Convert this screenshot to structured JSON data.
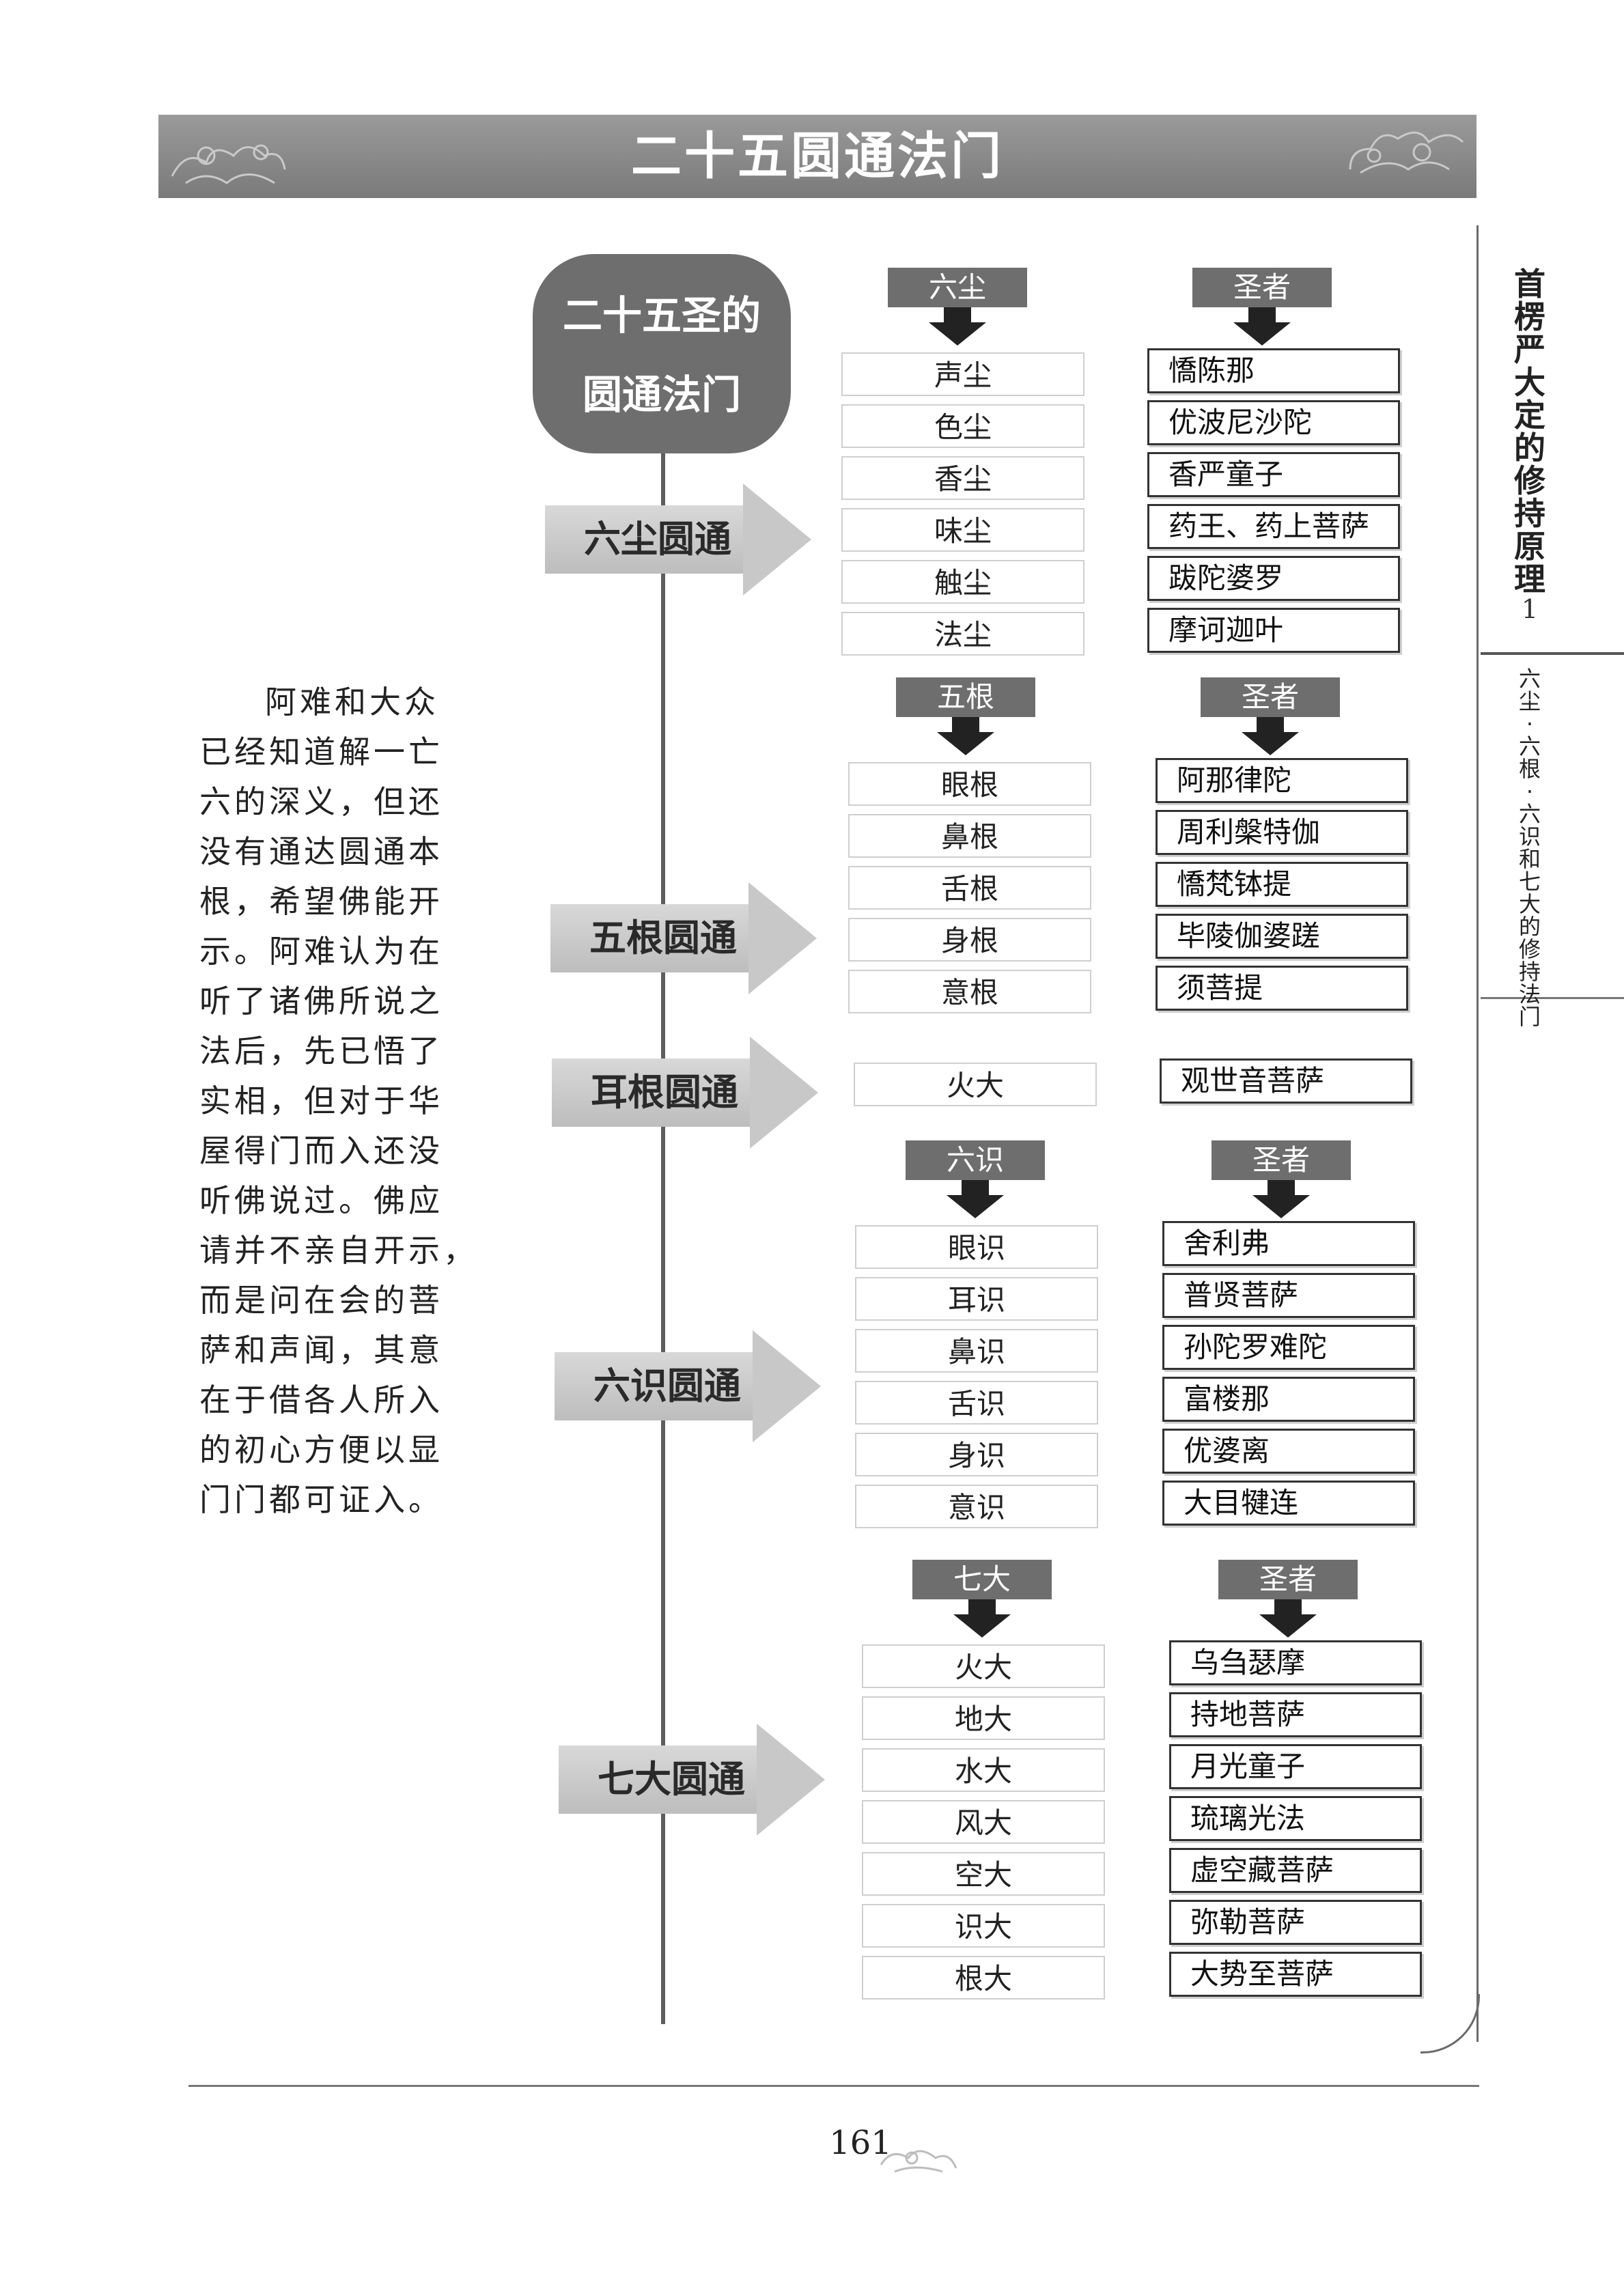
{
  "header": {
    "title": "二十五圆通法门"
  },
  "side_tab": {
    "book_title": [
      "首",
      "楞",
      "严",
      "大",
      "定",
      "的",
      "修",
      "持",
      "原",
      "理"
    ],
    "book_number": "1",
    "chapter_title": [
      "六",
      "尘",
      "·",
      "六",
      "根",
      "·",
      "六",
      "识",
      "和",
      "七",
      "大",
      "的",
      "修",
      "持",
      "法",
      "门"
    ]
  },
  "paragraph": [
    "阿难和大众",
    "已经知道解一亡",
    "六的深义，但还",
    "没有通达圆通本",
    "根，希望佛能开",
    "示。阿难认为在",
    "听了诸佛所说之",
    "法后，先已悟了",
    "实相，但对于华",
    "屋得门而入还没",
    "听佛说过。佛应",
    "请并不亲自开示，",
    "而是问在会的菩",
    "萨和声闻，其意",
    "在于借各人所入",
    "的初心方便以显",
    "门门都可证入。"
  ],
  "chart": {
    "title_line1": "二十五圣的",
    "title_line2": "圆通法门",
    "groups": [
      {
        "label": "六尘圆通",
        "category": "六尘",
        "sage_header": "圣者",
        "items": [
          "声尘",
          "色尘",
          "香尘",
          "味尘",
          "触尘",
          "法尘"
        ],
        "sages": [
          "憍陈那",
          "优波尼沙陀",
          "香严童子",
          "药王、药上菩萨",
          "跋陀婆罗",
          "摩诃迦叶"
        ]
      },
      {
        "label": "五根圆通",
        "category": "五根",
        "sage_header": "圣者",
        "items": [
          "眼根",
          "鼻根",
          "舌根",
          "身根",
          "意根"
        ],
        "sages": [
          "阿那律陀",
          "周利槃特伽",
          "憍梵钵提",
          "毕陵伽婆蹉",
          "须菩提"
        ]
      },
      {
        "label": "耳根圆通",
        "items": [
          "火大"
        ],
        "sages": [
          "观世音菩萨"
        ]
      },
      {
        "label": "六识圆通",
        "category": "六识",
        "sage_header": "圣者",
        "items": [
          "眼识",
          "耳识",
          "鼻识",
          "舌识",
          "身识",
          "意识"
        ],
        "sages": [
          "舍利弗",
          "普贤菩萨",
          "孙陀罗难陀",
          "富楼那",
          "优婆离",
          "大目犍连"
        ]
      },
      {
        "label": "七大圆通",
        "category": "七大",
        "sage_header": "圣者",
        "items": [
          "火大",
          "地大",
          "水大",
          "风大",
          "空大",
          "识大",
          "根大"
        ],
        "sages": [
          "乌刍瑟摩",
          "持地菩萨",
          "月光童子",
          "琉璃光法",
          "虚空藏菩萨",
          "弥勒菩萨",
          "大势至菩萨"
        ]
      }
    ]
  },
  "footer": {
    "page_number": "161"
  }
}
